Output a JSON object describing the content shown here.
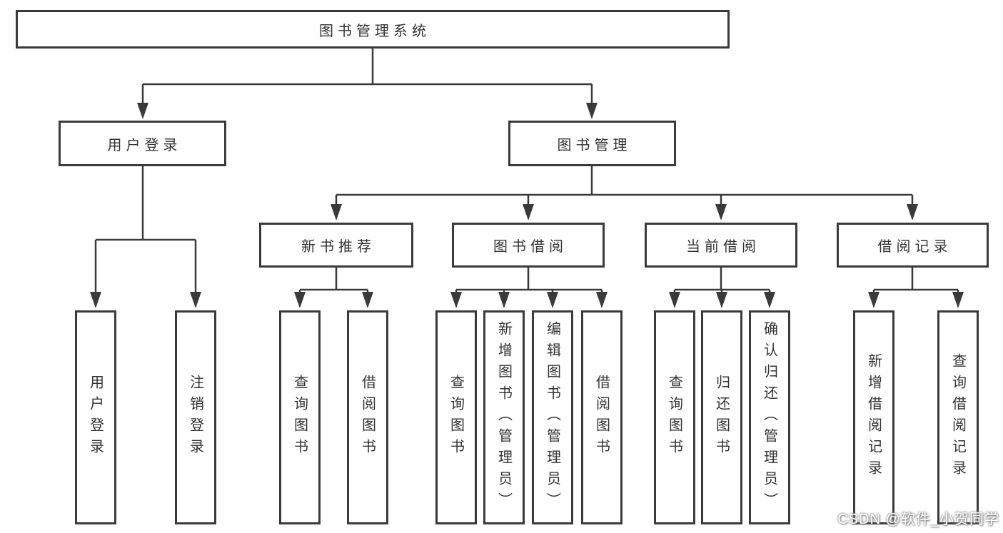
{
  "diagram": {
    "root": {
      "label": "图书管理系统"
    },
    "branches": [
      {
        "label": "用户登录",
        "children": [
          {
            "label": "用户登录"
          },
          {
            "label": "注销登录"
          }
        ]
      },
      {
        "label": "图书管理",
        "children": [
          {
            "label": "新书推荐",
            "children": [
              {
                "label": "查询图书"
              },
              {
                "label": "借阅图书"
              }
            ]
          },
          {
            "label": "图书借阅",
            "children": [
              {
                "label": "查询图书"
              },
              {
                "label": "新增图书（管理员）"
              },
              {
                "label": "编辑图书（管理员）"
              },
              {
                "label": "借阅图书"
              }
            ]
          },
          {
            "label": "当前借阅",
            "children": [
              {
                "label": "查询图书"
              },
              {
                "label": "归还图书"
              },
              {
                "label": "确认归还（管理员）"
              }
            ]
          },
          {
            "label": "借阅记录",
            "children": [
              {
                "label": "新增借阅记录"
              },
              {
                "label": "查询借阅记录"
              }
            ]
          }
        ]
      }
    ]
  },
  "watermark": {
    "text": "CSDN @软件_小贺同学"
  },
  "colors": {
    "line": "#3a3a3a",
    "box_border": "#3a3a3a",
    "text": "#333333",
    "background": "#ffffff",
    "watermark_text": "#ffffff"
  }
}
